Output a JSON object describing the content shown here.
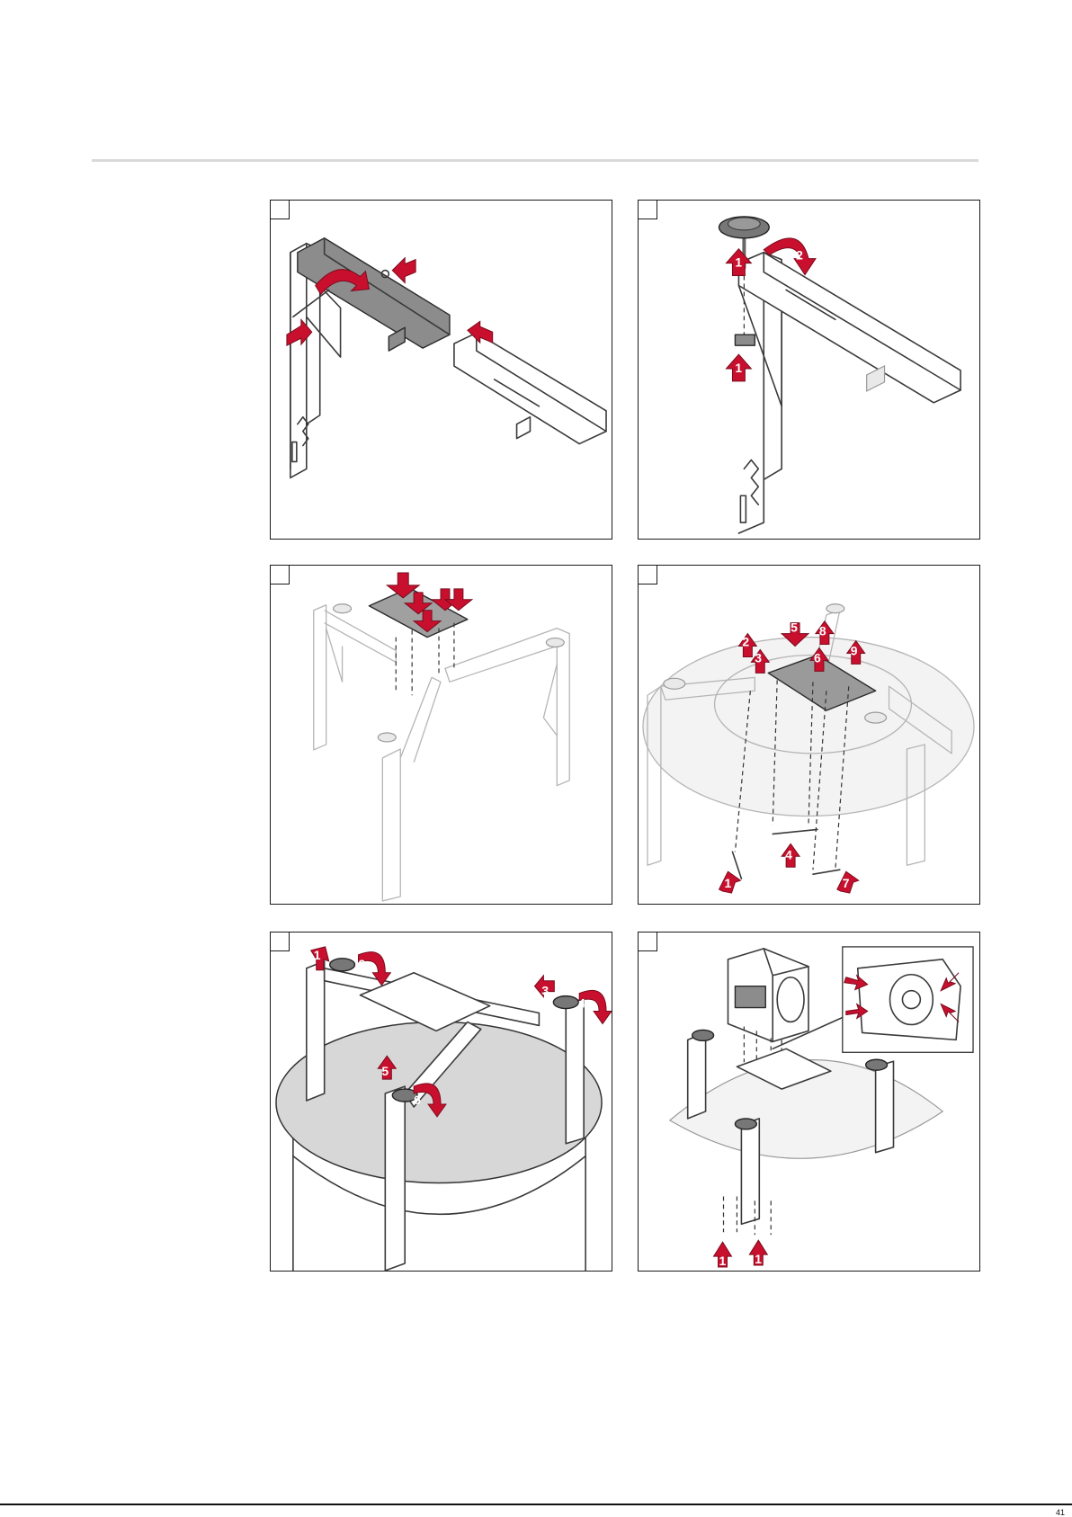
{
  "page": {
    "page_number": "41"
  },
  "steps": [
    {
      "id": "step-1",
      "callouts": []
    },
    {
      "id": "step-2",
      "callouts": [
        "1",
        "2",
        "1"
      ]
    },
    {
      "id": "step-3",
      "callouts": []
    },
    {
      "id": "step-4",
      "callouts": [
        "2",
        "3",
        "5",
        "8",
        "6",
        "9",
        "4",
        "1",
        "7"
      ]
    },
    {
      "id": "step-5",
      "callouts": [
        "1",
        "2",
        "3",
        "4",
        "5",
        "6"
      ]
    },
    {
      "id": "step-6",
      "callouts": [
        "1",
        "1"
      ]
    }
  ],
  "colors": {
    "arrow": "#c8102e",
    "frame": "#1a1a1a",
    "rule": "#d9d9d9"
  }
}
